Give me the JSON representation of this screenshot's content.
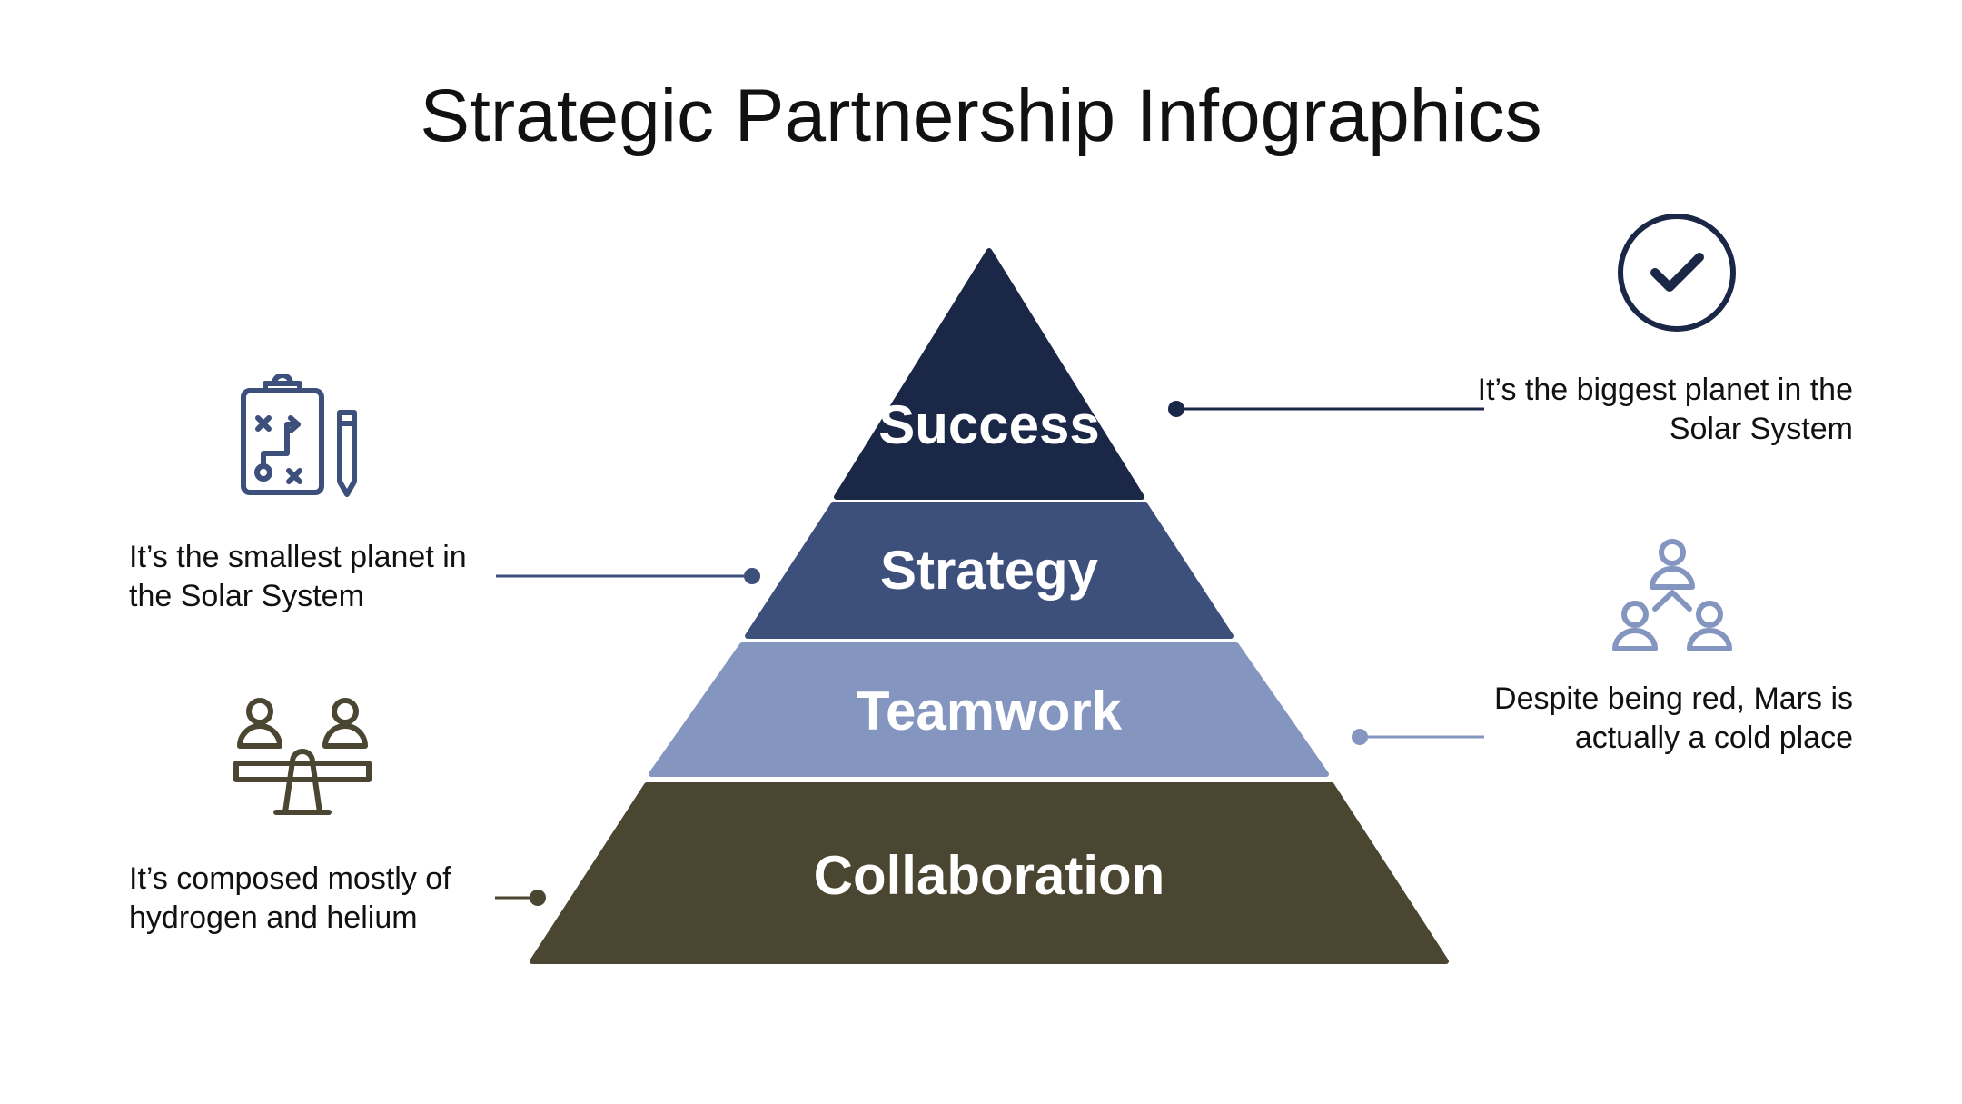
{
  "title": "Strategic Partnership Infographics",
  "colors": {
    "success": "#1b2747",
    "strategy": "#3d4f7b",
    "teamwork": "#8496bf",
    "collaboration": "#4b4632"
  },
  "pyramid": [
    {
      "label": "Success"
    },
    {
      "label": "Strategy"
    },
    {
      "label": "Teamwork"
    },
    {
      "label": "Collaboration"
    }
  ],
  "callouts": [
    {
      "text": "It’s the biggest planet in the Solar System",
      "icon": "check-circle-icon"
    },
    {
      "text": "It’s the smallest planet in the Solar System",
      "icon": "clipboard-strategy-icon"
    },
    {
      "text": "Despite being red, Mars is actually a cold place",
      "icon": "team-network-icon"
    },
    {
      "text": "It’s composed mostly of hydrogen and helium",
      "icon": "balance-people-icon"
    }
  ]
}
